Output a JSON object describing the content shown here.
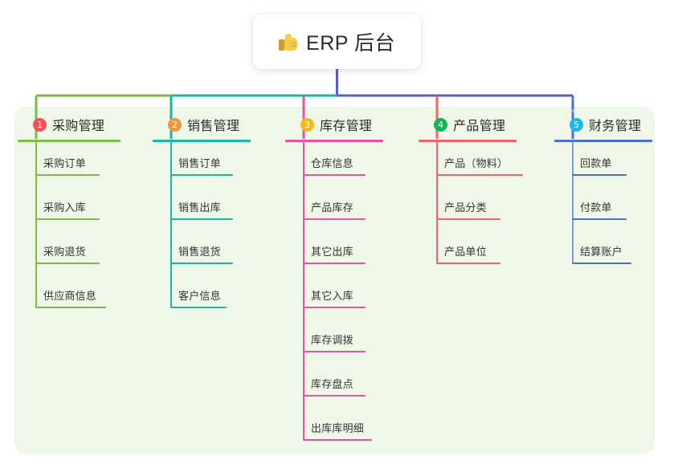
{
  "page": {
    "background_color": "#ffffff",
    "panel_color": "#eff7e9"
  },
  "root": {
    "icon": "thumbs-up-icon",
    "icon_glyph": "👍",
    "title": "ERP 后台",
    "connector_color": "#5a5ec4"
  },
  "bus": {
    "segments": [
      {
        "name": "segment-col1",
        "color": "#7dba4a"
      },
      {
        "name": "segment-col2",
        "color": "#19b5a5"
      },
      {
        "name": "segment-col3",
        "color": "#e8559e"
      },
      {
        "name": "segment-col4",
        "color": "#5a5ec4"
      },
      {
        "name": "segment-col5",
        "color": "#5a5ec4"
      }
    ]
  },
  "columns": [
    {
      "index": "1",
      "title": "采购管理",
      "badge_color": "#f2505d",
      "line_color": "#7dba4a",
      "drop_color": "#7dba4a",
      "items": [
        {
          "label": "采购订单"
        },
        {
          "label": "采购入库"
        },
        {
          "label": "采购退货"
        },
        {
          "label": "供应商信息"
        }
      ]
    },
    {
      "index": "2",
      "title": "销售管理",
      "badge_color": "#f0973a",
      "line_color": "#19b5a5",
      "drop_color": "#19b5a5",
      "items": [
        {
          "label": "销售订单"
        },
        {
          "label": "销售出库"
        },
        {
          "label": "销售退货"
        },
        {
          "label": "客户信息"
        }
      ]
    },
    {
      "index": "3",
      "title": "库存管理",
      "badge_color": "#f5bb1d",
      "line_color": "#e8559e",
      "drop_color": "#e8559e",
      "items": [
        {
          "label": "仓库信息"
        },
        {
          "label": "产品库存"
        },
        {
          "label": "其它出库"
        },
        {
          "label": "其它入库"
        },
        {
          "label": "库存调拨"
        },
        {
          "label": "库存盘点"
        },
        {
          "label": "出库库明细"
        }
      ]
    },
    {
      "index": "4",
      "title": "产品管理",
      "badge_color": "#14b457",
      "line_color": "#f4636a",
      "drop_color": "#f4636a",
      "items": [
        {
          "label": "产品（物料）"
        },
        {
          "label": "产品分类"
        },
        {
          "label": "产品单位"
        }
      ]
    },
    {
      "index": "5",
      "title": "财务管理",
      "badge_color": "#1cb6e8",
      "line_color": "#4f6fd0",
      "drop_color": "#7f9ad8",
      "items": [
        {
          "label": "回款单"
        },
        {
          "label": "付款单"
        },
        {
          "label": "结算账户"
        }
      ]
    }
  ]
}
